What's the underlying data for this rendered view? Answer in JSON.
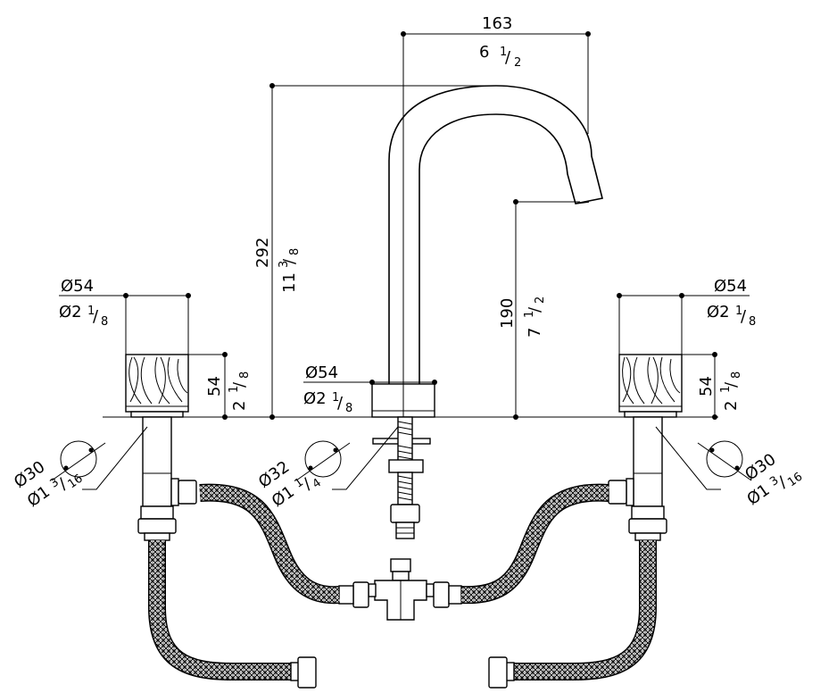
{
  "dimensions": {
    "spout_reach": {
      "mm": "163",
      "inch_whole": "6",
      "inch_num": "1",
      "inch_den": "2"
    },
    "total_height": {
      "mm": "292",
      "inch_whole": "11",
      "inch_num": "3",
      "inch_den": "8"
    },
    "spout_height": {
      "mm": "190",
      "inch_whole": "7",
      "inch_num": "1",
      "inch_den": "2"
    },
    "handle_left_dia": {
      "mm": "Ø54",
      "inch_whole": "Ø2",
      "inch_num": "1",
      "inch_den": "8"
    },
    "handle_right_dia": {
      "mm": "Ø54",
      "inch_whole": "Ø2",
      "inch_num": "1",
      "inch_den": "8"
    },
    "spout_base_dia": {
      "mm": "Ø54",
      "inch_whole": "Ø2",
      "inch_num": "1",
      "inch_den": "8"
    },
    "handle_left_height": {
      "mm": "54",
      "inch_whole": "2",
      "inch_num": "1",
      "inch_den": "8"
    },
    "handle_right_height": {
      "mm": "54",
      "inch_whole": "2",
      "inch_num": "1",
      "inch_den": "8"
    },
    "hole_left": {
      "mm": "Ø30",
      "inch_whole": "Ø1",
      "inch_num": "3",
      "inch_den": "16"
    },
    "hole_center": {
      "mm": "Ø32",
      "inch_whole": "Ø1",
      "inch_num": "1",
      "inch_den": "4"
    },
    "hole_right": {
      "mm": "Ø30",
      "inch_whole": "Ø1",
      "inch_num": "3",
      "inch_den": "16"
    }
  }
}
